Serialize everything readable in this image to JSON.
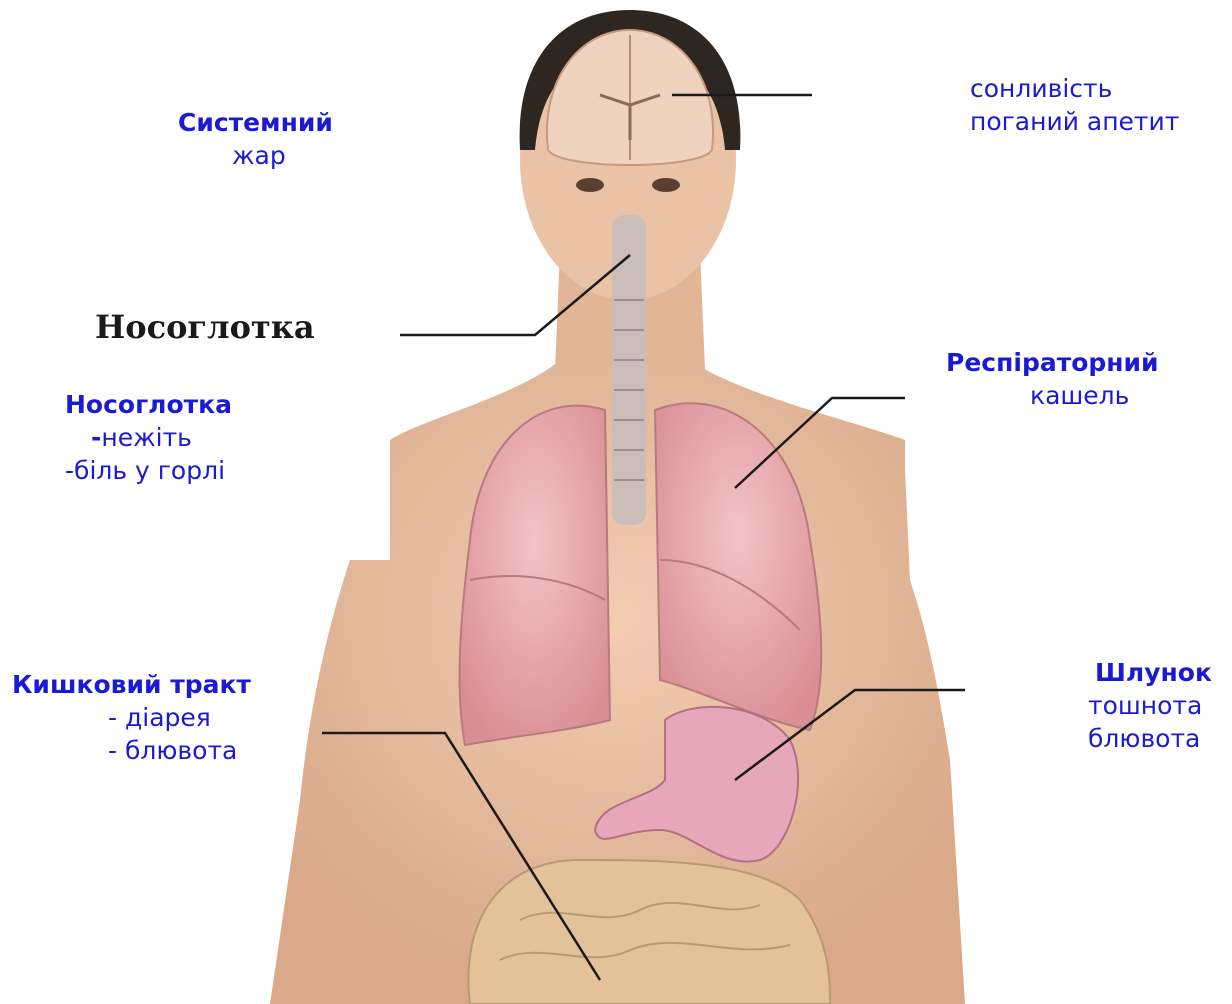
{
  "title_serif": "Носоглотка",
  "labels": {
    "systemic": {
      "heading": "Системний",
      "lines": [
        "жар"
      ]
    },
    "brain": {
      "lines": [
        "сонливість",
        "поганий апетит"
      ]
    },
    "nasopharynx": {
      "heading": "Носоглотка",
      "bullet": "-",
      "lines": [
        "нежіть",
        "-біль у горлі"
      ]
    },
    "respiratory": {
      "heading": "Респіраторний",
      "lines": [
        "кашель"
      ]
    },
    "intestinal": {
      "heading": "Кишковий тракт",
      "lines": [
        "- діарея",
        "- блювота"
      ]
    },
    "stomach": {
      "heading": "Шлунок",
      "lines": [
        "тошнота",
        "блювота"
      ]
    }
  },
  "colors": {
    "label_text": "#1a1ad6",
    "skin": "#e8c0a3",
    "lung": "#e7a9ae",
    "stomach": "#e6a7ba",
    "intestine": "#e3c29a",
    "hair": "#2e2620",
    "leader_line": "#1a1a1a"
  }
}
